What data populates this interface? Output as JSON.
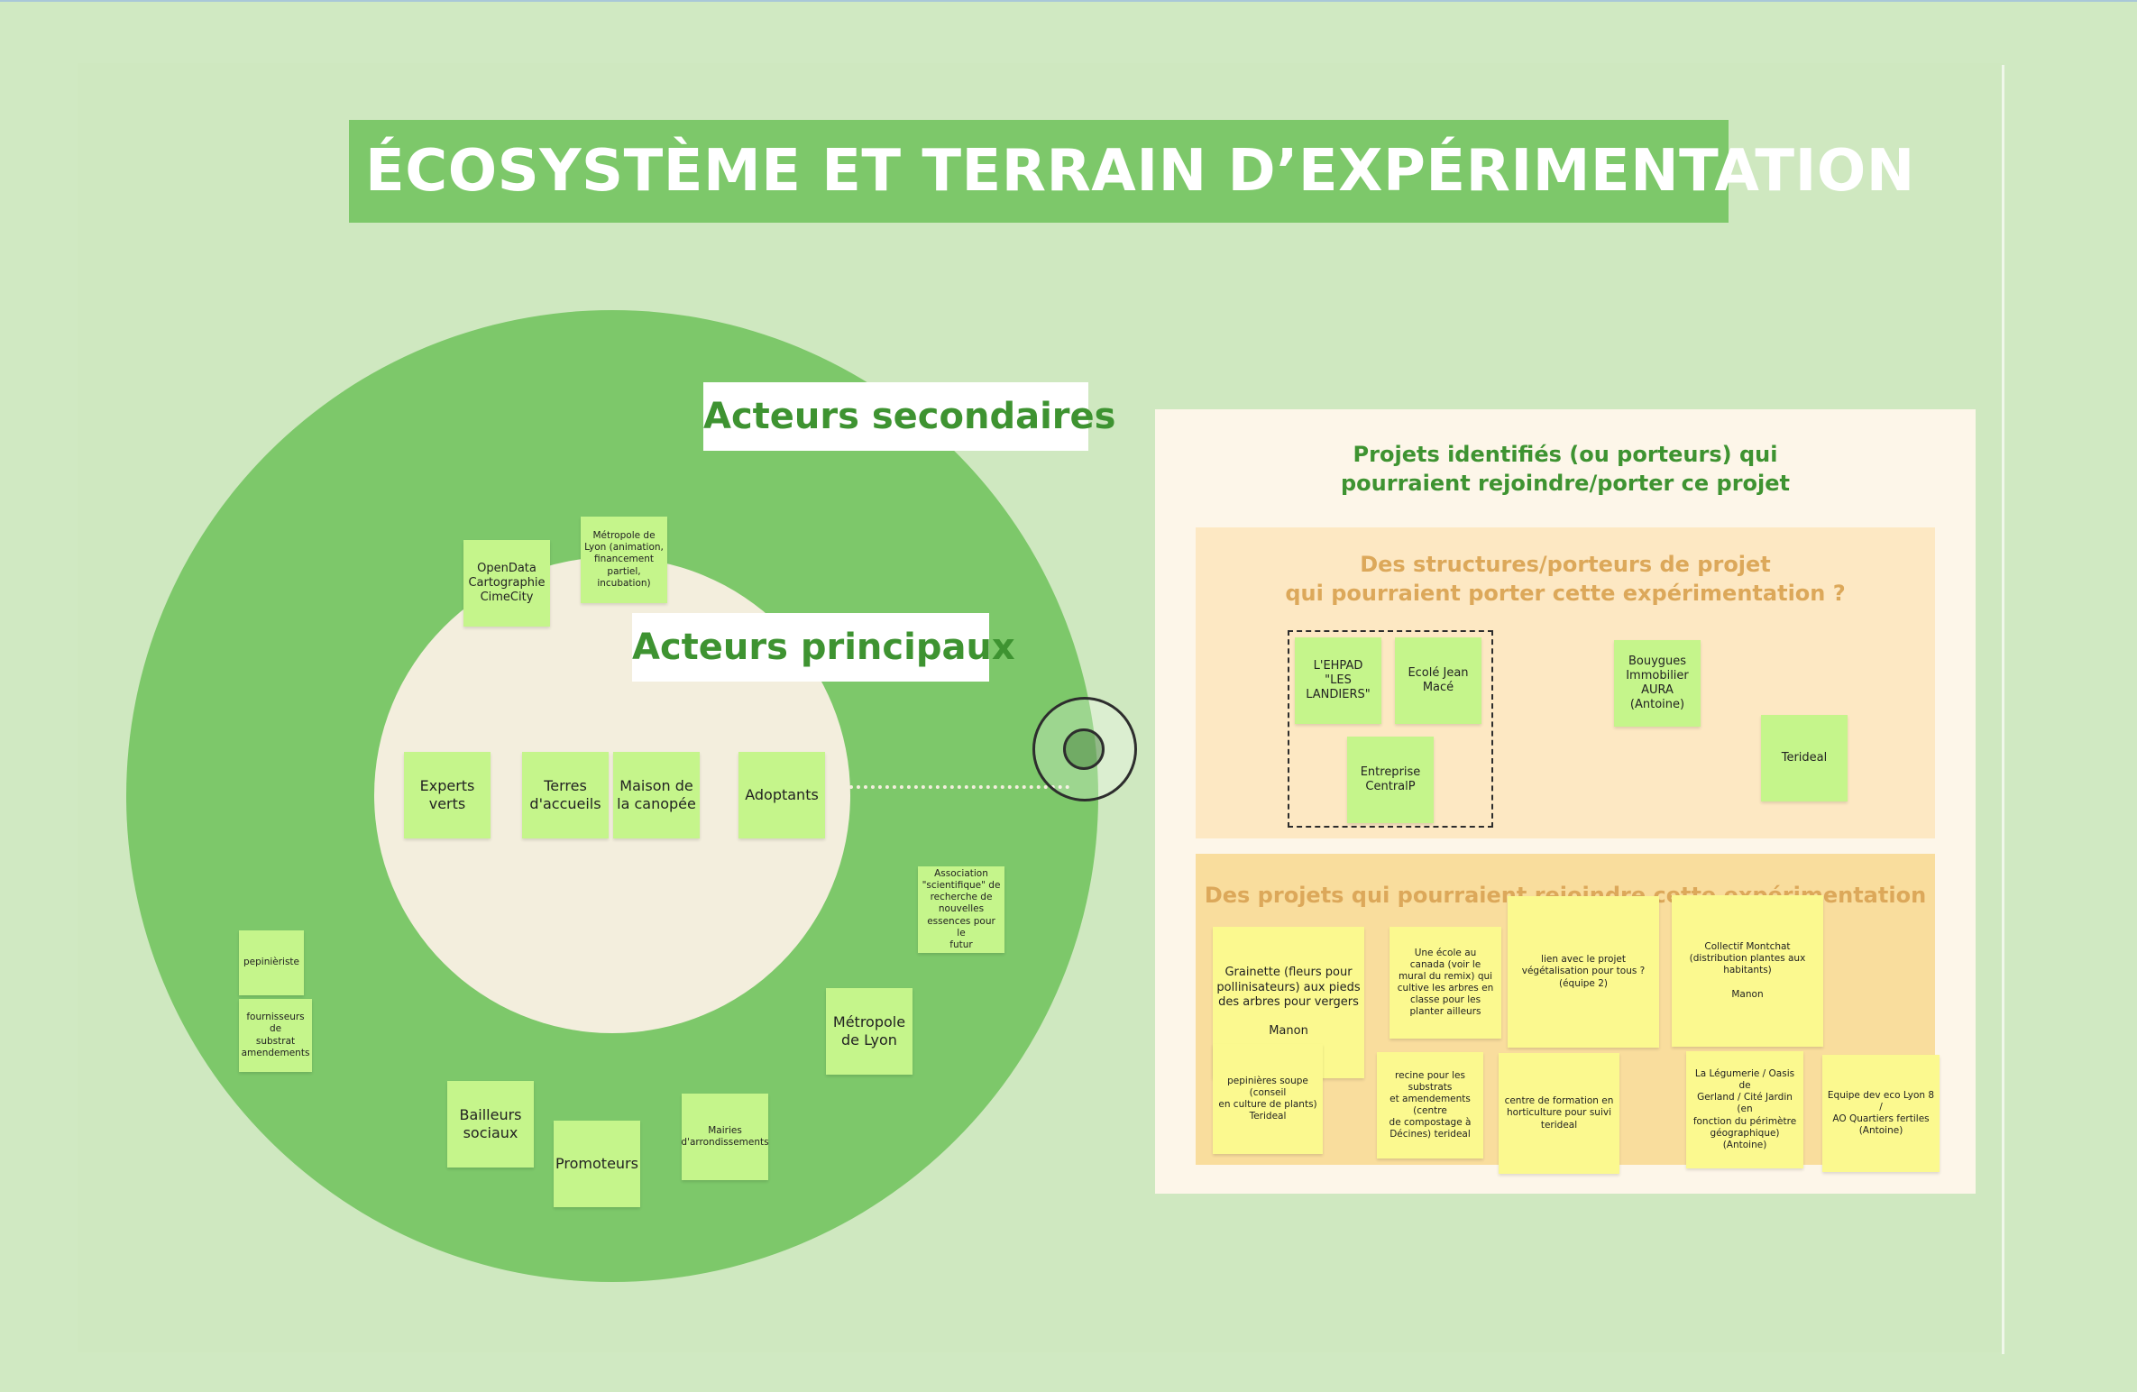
{
  "title": "ÉCOSYSTÈME ET TERRAIN D’EXPÉRIMENTATION",
  "rings": {
    "secondary_label": "Acteurs secondaires",
    "primary_label": "Acteurs principaux"
  },
  "primary_actors": {
    "experts": "Experts\nverts",
    "terres": "Terres\nd'accueils",
    "maison": "Maison de\nla canopée",
    "adoptants": "Adoptants"
  },
  "secondary_actors": {
    "opendata": "OpenData\nCartographie\nCimeCity",
    "metropole_animation": "Métropole de\nLyon (animation,\nfinancement\npartiel,\nincubation)",
    "association": "Association\n\"scientifique\" de\nrecherche de\nnouvelles\nessences pour le\nfutur",
    "metropole_lyon": "Métropole\nde Lyon",
    "pepinieriste": "pepinièriste",
    "fournisseurs": "fournisseurs de\nsubstrat\namendements",
    "bailleurs": "Bailleurs\nsociaux",
    "promoteurs": "Promoteurs",
    "mairies": "Mairies\nd'arrondissements"
  },
  "panel": {
    "title": "Projets identifiés (ou porteurs) qui\npourraient rejoindre/porter ce projet",
    "zone1": {
      "title": "Des structures/porteurs de projet\nqui pourraient porter cette expérimentation ?",
      "ehpad": "L'EHPAD\n\"LES\nLANDIERS\"",
      "ecole": "Ecolé Jean\nMacé",
      "entreprise": "Entreprise\nCentralP",
      "bouygues": "Bouygues\nImmobilier\nAURA\n(Antoine)",
      "terideal": "Terideal"
    },
    "zone2": {
      "title": "Des projets qui pourraient rejoindre cette expérimentation ?",
      "grainette": "Grainette (fleurs pour\npollinisateurs) aux pieds\ndes arbres pour vergers\n\nManon",
      "ecole_canada": "Une école au\ncanada (voir le\nmural du remix) qui\ncultive les arbres en\nclasse pour les\nplanter ailleurs",
      "lien_projet": "lien avec le projet\nvégétalisation pour tous ?\n(équipe 2)",
      "collectif": "Collectif Montchat\n(distribution plantes aux\nhabitants)\n\nManon",
      "pepinieres_soupe": "pepinières soupe (conseil\nen culture de plants)\nTerideal",
      "recine": "recine pour les substrats\net amendements (centre\nde compostage à\nDécines) terideal",
      "centre_formation": "centre de formation en\nhorticulture pour suivi\nterideal",
      "legumerie": "La Légumerie / Oasis de\nGerland / Cité Jardin (en\nfonction du périmètre\ngéographique) (Antoine)",
      "equipe_dev": "Equipe dev eco Lyon 8 /\nAO Quartiers fertiles\n(Antoine)"
    }
  },
  "colors": {
    "background": "#d0e9c2",
    "ring_green": "#7dc86a",
    "inner_cream": "#f3eedd",
    "sticky_green": "#c5f58b",
    "sticky_yellow": "#fbf98f",
    "title_green": "#3e9331",
    "zone_title_orange": "#dca85a"
  }
}
